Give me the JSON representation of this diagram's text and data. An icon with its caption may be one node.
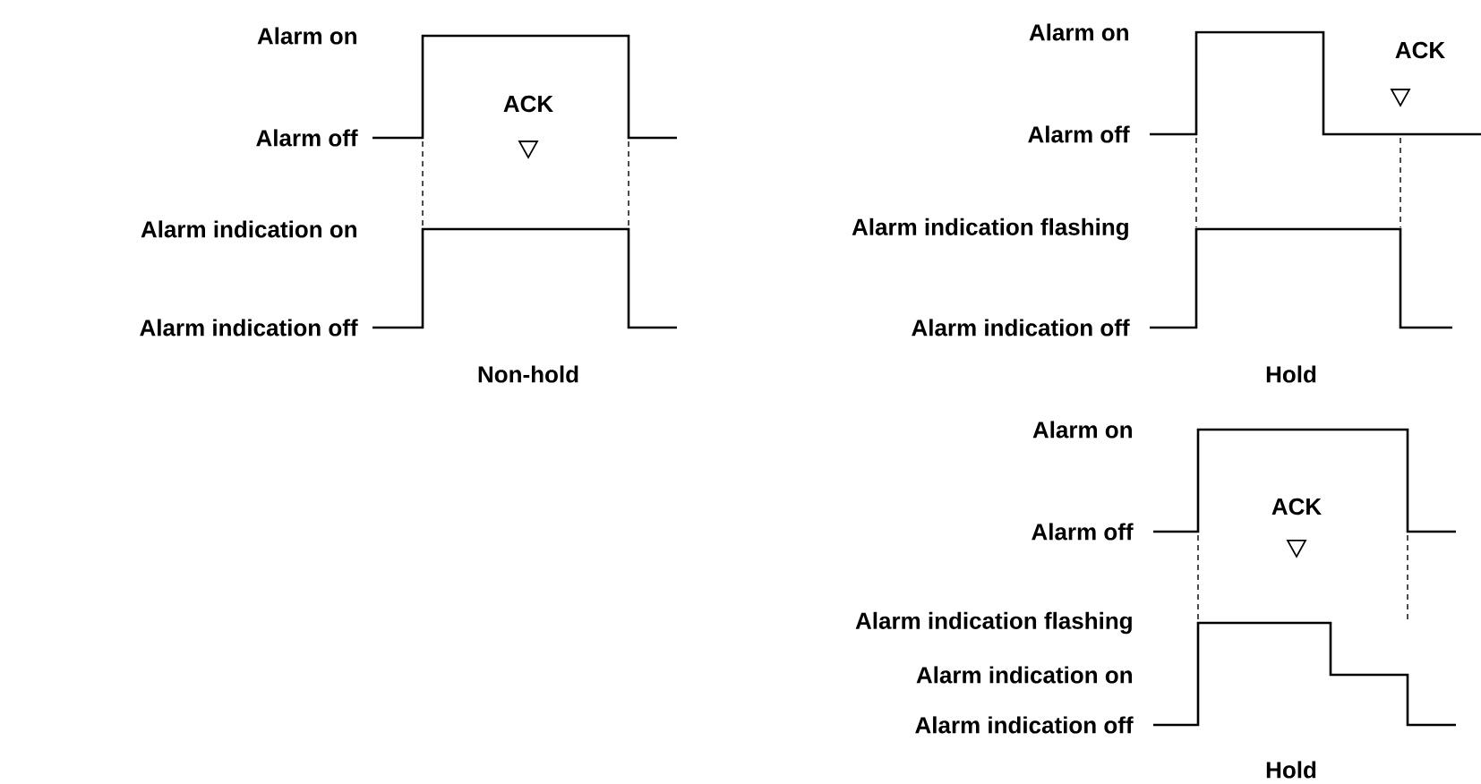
{
  "diagram": {
    "labels": [
      "Alarm on",
      "ACK",
      "Alarm off",
      "Alarm indication on",
      "Alarm indication off",
      "Non-hold",
      "Alarm on",
      "ACK",
      "Alarm off",
      "Alarm indication flashing",
      "Alarm indication off",
      "Hold",
      "Alarm on",
      "ACK",
      "Alarm off",
      "Alarm indication flashing",
      "Alarm indication on",
      "Alarm indication off",
      "Hold"
    ]
  }
}
